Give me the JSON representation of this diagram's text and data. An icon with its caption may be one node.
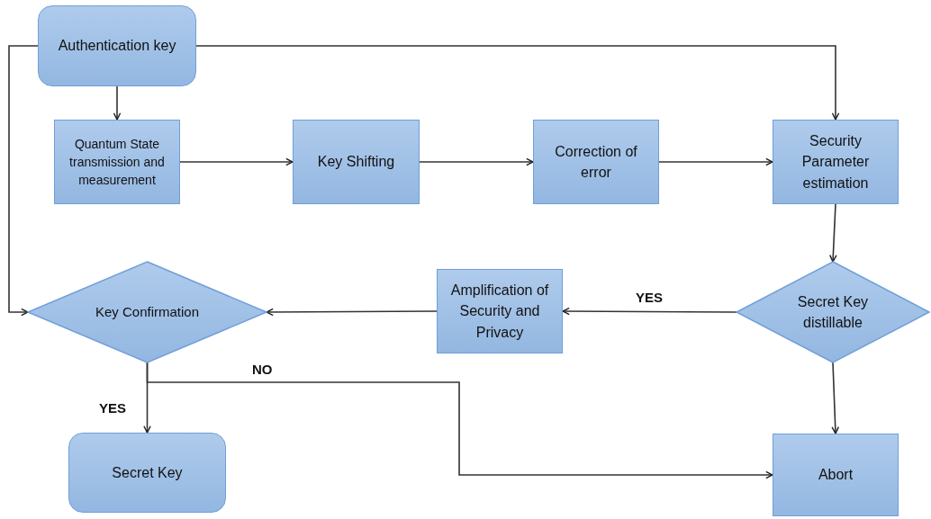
{
  "diagram": {
    "nodes": [
      {
        "text": [
          "Authentication key"
        ]
      },
      {
        "text": [
          "Quantum State transmission and measurement"
        ]
      },
      {
        "text": [
          "Key Shifting"
        ]
      },
      {
        "text": [
          "Correction of error"
        ]
      },
      {
        "text": [
          "Security Parameter estimation"
        ]
      },
      {
        "text": [
          "Secret Key distillable"
        ]
      },
      {
        "text": [
          "Amplification of Security and Privacy"
        ]
      },
      {
        "text": [
          "Key Confirmation"
        ]
      },
      {
        "text": [
          "Secret Key"
        ]
      },
      {
        "text": [
          "Abort"
        ]
      }
    ],
    "edges": [
      {
        "from": 0,
        "to": 4,
        "arrow": "to"
      },
      {
        "from": 0,
        "to": 7,
        "arrow": "to"
      },
      {
        "from": 0,
        "to": 1,
        "arrow": "to"
      },
      {
        "from": 1,
        "to": 2,
        "arrow": "to"
      },
      {
        "from": 2,
        "to": 3,
        "arrow": "to"
      },
      {
        "from": 3,
        "to": 4,
        "arrow": "to"
      },
      {
        "from": 4,
        "to": 5,
        "arrow": "to"
      },
      {
        "from": 5,
        "to": 6,
        "arrow": "to",
        "label": "YES"
      },
      {
        "from": 6,
        "to": 7,
        "arrow": "to"
      },
      {
        "from": 7,
        "to": 8,
        "arrow": "to",
        "label": "YES"
      },
      {
        "from": 7,
        "to": 9,
        "arrow": "to",
        "label": "NO"
      },
      {
        "from": 5,
        "to": 9,
        "arrow": "to"
      }
    ]
  }
}
